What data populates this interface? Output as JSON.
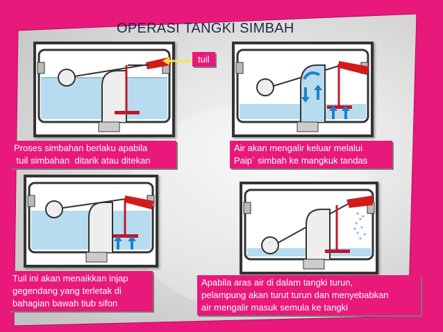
{
  "title": "OPERASI TANGKI SIMBAH",
  "callout": "tuil",
  "captions": {
    "step1_line1": "Proses simbahan berlaku apabila",
    "step1_line2": " tuil simbahan  ditarik atau ditekan",
    "step2_line1": "Air akan mengalir keluar melalui",
    "step2_line2": "Paip` simbah ke mangkuk tandas",
    "step3_line1": "Tuil ini akan menaikkan injap",
    "step3_line2": "gegendang yang terletak di",
    "step3_line3": "bahagian bawah tiub sifon",
    "step4_line1": "Apabila aras air di dalam tangki turun,",
    "step4_line2": "pelampung akan turut turun dan menyebabkan",
    "step4_line3": "air mengalir masuk semula ke tangki"
  },
  "colors": {
    "pink": "#e8197a",
    "water": "#b8dcef",
    "valve_red": "#c0182a",
    "lever_red": "#d11c1c",
    "arrow_blue": "#1f7fc8",
    "title": "#1f2a44"
  },
  "icons": [
    "up-arrow-icon",
    "down-arrow-icon",
    "curved-arrow-icon",
    "spray-icon"
  ]
}
